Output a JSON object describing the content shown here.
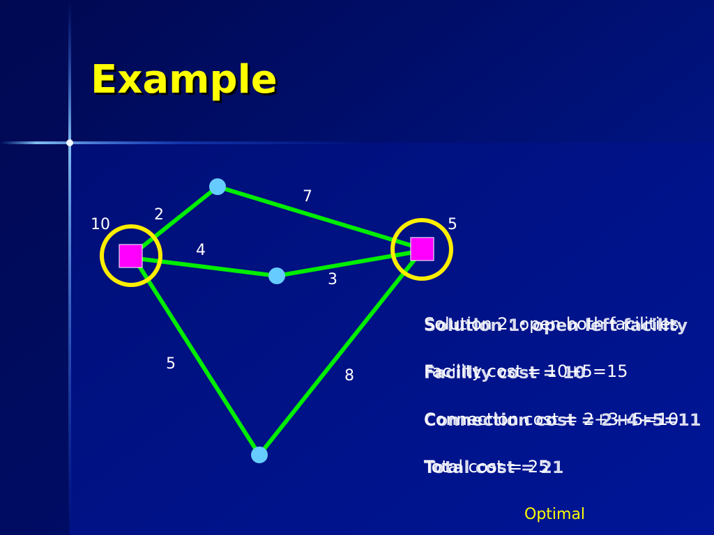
{
  "slide": {
    "title": "Example",
    "graph": {
      "facilities": [
        {
          "id": "left-facility",
          "opening_cost": "10",
          "opened": true
        },
        {
          "id": "right-facility",
          "opening_cost": "5",
          "opened": true
        }
      ],
      "clients": [
        "top",
        "middle",
        "bottom"
      ],
      "edges": [
        {
          "from": "left-facility",
          "to": "top",
          "cost": "2"
        },
        {
          "from": "top",
          "to": "right-facility",
          "cost": "7"
        },
        {
          "from": "left-facility",
          "to": "middle",
          "cost": "4"
        },
        {
          "from": "middle",
          "to": "right-facility",
          "cost": "3"
        },
        {
          "from": "left-facility",
          "to": "bottom",
          "cost": "5"
        },
        {
          "from": "bottom",
          "to": "right-facility",
          "cost": "8"
        }
      ]
    },
    "solution1": {
      "heading": "Solution 1: open left facility",
      "facility_cost": "Facility cost = 10",
      "connection_cost": "Connection cost = 2+4+5=11",
      "total_cost": "Total cost = 21"
    },
    "solution2": {
      "heading": "Solution 2: open both facilities",
      "facility_cost": "Facility cost = 10+5=15",
      "connection_cost": "Connection cost = 2+3+5=10",
      "total_cost": "Total cost = 25"
    },
    "optimal_label": "Optimal",
    "colors": {
      "background": "#000c66",
      "title": "#ffff00",
      "edge": "#00ee00",
      "facility": "#ff00ff",
      "client": "#66ccff",
      "open_ring": "#ffee00",
      "text": "#ffffff"
    }
  }
}
